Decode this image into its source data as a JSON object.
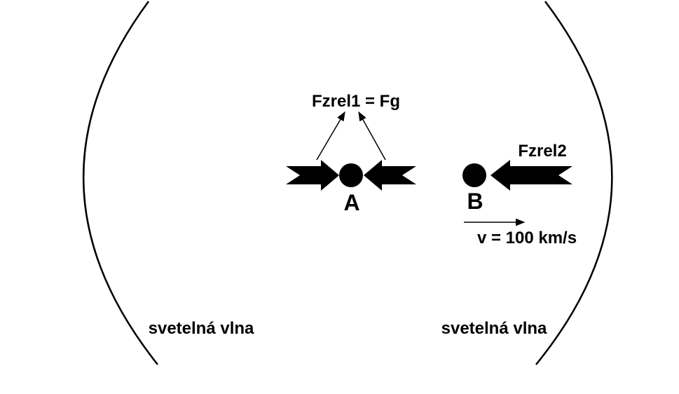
{
  "colors": {
    "ink": "#000000",
    "background": "#ffffff"
  },
  "labels": {
    "force_equation": "Fzrel1 = Fg",
    "force_b": "Fzrel2",
    "point_a": "A",
    "point_b": "B",
    "velocity": "v = 100 km/s",
    "wave_left": "svetelná vlna",
    "wave_right": "svetelná vlna"
  }
}
